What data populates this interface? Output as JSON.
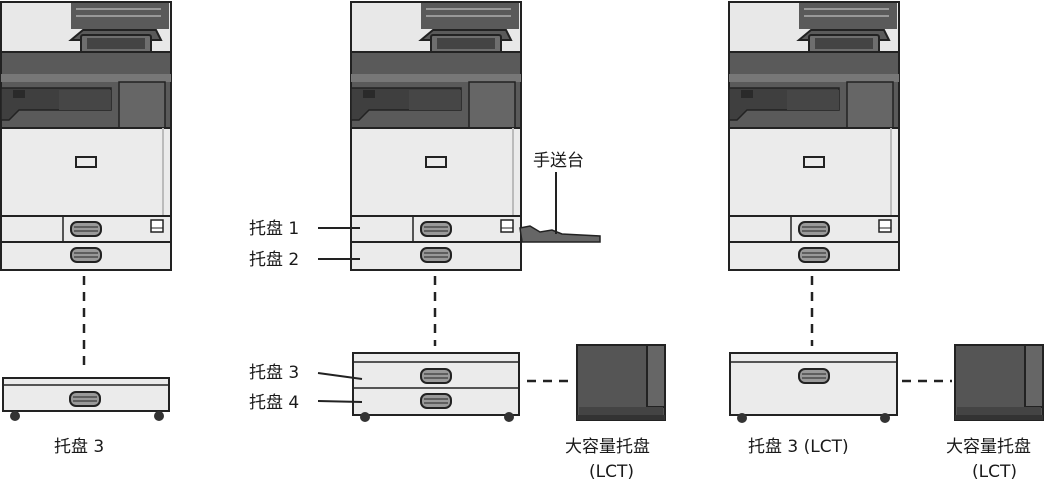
{
  "labels": {
    "left_option": "托盘 3",
    "tray1": "托盘 1",
    "tray2": "托盘 2",
    "bypass": "手送台",
    "tray3": "托盘 3",
    "tray4": "托盘 4",
    "lct_center_l1": "大容量托盘",
    "lct_center_l2": "(LCT)",
    "right_option": "托盘 3 (LCT)",
    "lct_right_l1": "大容量托盘",
    "lct_right_l2": "(LCT)"
  },
  "colors": {
    "outline": "#222222",
    "dark_body": "#5a5a5a",
    "light_body": "#eaeaea",
    "mid_gray": "#bdbdbd",
    "lct_cabinet": "#555555"
  }
}
